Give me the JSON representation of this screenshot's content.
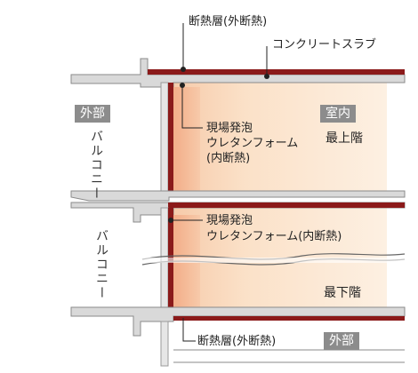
{
  "labels": {
    "outer_insulation_top": "断熱層(外断熱)",
    "concrete_slab": "コンクリートスラブ",
    "exterior_top": "外部",
    "interior": "室内",
    "foam_upper_line1": "現場発泡",
    "foam_upper_line2": "ウレタンフォーム",
    "foam_upper_line3": "(内断熱)",
    "top_floor": "最上階",
    "balcony_upper": "バルコニー",
    "foam_lower_line1": "現場発泡",
    "foam_lower_line2": "ウレタンフォーム(内断熱)",
    "balcony_lower": "バルコニー",
    "bottom_floor": "最下階",
    "outer_insulation_bottom": "断熱層(外断熱)",
    "exterior_bottom": "外部"
  },
  "colors": {
    "concrete": "#d9d9d9",
    "concrete_edge": "#8a8a8a",
    "outer_insulation": "#8b1a1a",
    "foam": "#f2b08a",
    "room_warm": "#fbe6cf",
    "tag_bg": "#8c8c8c"
  }
}
